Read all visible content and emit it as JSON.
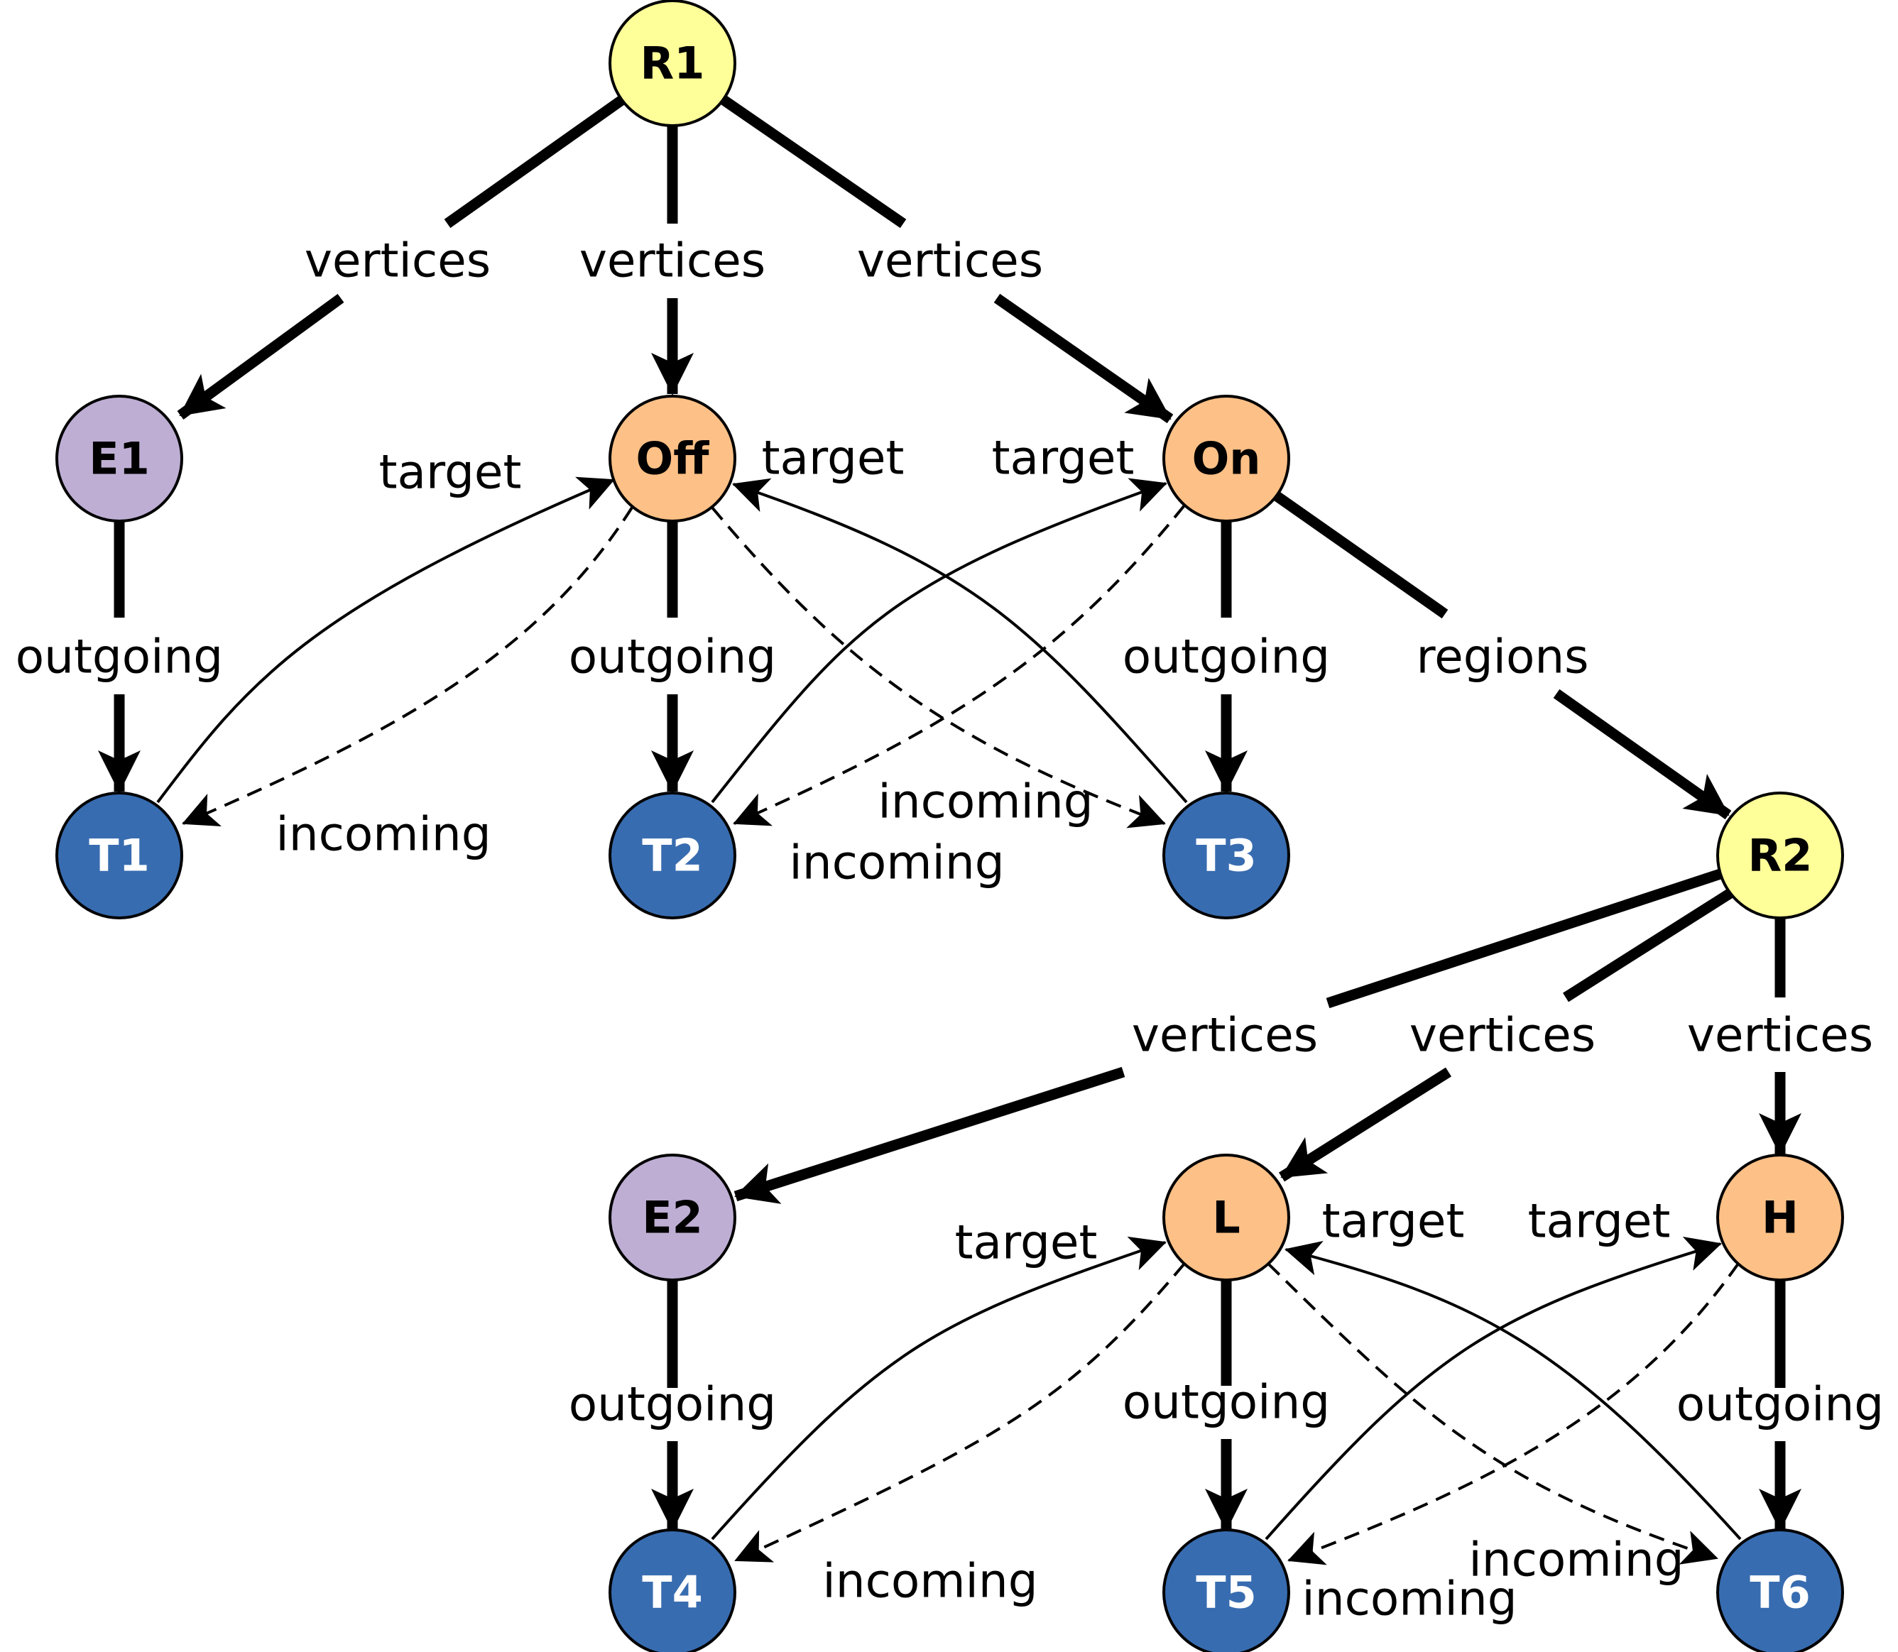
{
  "colors": {
    "region": "#ffff99",
    "entry": "#beaed4",
    "state": "#fdc086",
    "transition": "#386cb0",
    "stroke": "#000000",
    "dark_label": "#000000",
    "light_label": "#ffffff"
  },
  "nodes": [
    {
      "id": "R1",
      "label": "R1",
      "kind": "region"
    },
    {
      "id": "E1",
      "label": "E1",
      "kind": "entry"
    },
    {
      "id": "Off",
      "label": "Off",
      "kind": "state"
    },
    {
      "id": "On",
      "label": "On",
      "kind": "state"
    },
    {
      "id": "T1",
      "label": "T1",
      "kind": "transition"
    },
    {
      "id": "T2",
      "label": "T2",
      "kind": "transition"
    },
    {
      "id": "T3",
      "label": "T3",
      "kind": "transition"
    },
    {
      "id": "R2",
      "label": "R2",
      "kind": "region"
    },
    {
      "id": "E2",
      "label": "E2",
      "kind": "entry"
    },
    {
      "id": "L",
      "label": "L",
      "kind": "state"
    },
    {
      "id": "H",
      "label": "H",
      "kind": "state"
    },
    {
      "id": "T4",
      "label": "T4",
      "kind": "transition"
    },
    {
      "id": "T5",
      "label": "T5",
      "kind": "transition"
    },
    {
      "id": "T6",
      "label": "T6",
      "kind": "transition"
    }
  ],
  "edges": [
    {
      "from": "R1",
      "to": "E1",
      "label": "vertices",
      "style": "containment"
    },
    {
      "from": "R1",
      "to": "Off",
      "label": "vertices",
      "style": "containment"
    },
    {
      "from": "R1",
      "to": "On",
      "label": "vertices",
      "style": "containment"
    },
    {
      "from": "E1",
      "to": "T1",
      "label": "outgoing",
      "style": "containment"
    },
    {
      "from": "Off",
      "to": "T2",
      "label": "outgoing",
      "style": "containment"
    },
    {
      "from": "On",
      "to": "T3",
      "label": "outgoing",
      "style": "containment"
    },
    {
      "from": "On",
      "to": "R2",
      "label": "regions",
      "style": "containment"
    },
    {
      "from": "T1",
      "to": "Off",
      "label": "target",
      "style": "reference"
    },
    {
      "from": "T3",
      "to": "Off",
      "label": "target",
      "style": "reference"
    },
    {
      "from": "T2",
      "to": "On",
      "label": "target",
      "style": "reference"
    },
    {
      "from": "Off",
      "to": "T1",
      "label": "incoming",
      "style": "reference-dashed"
    },
    {
      "from": "Off",
      "to": "T3",
      "label": "incoming",
      "style": "reference-dashed"
    },
    {
      "from": "On",
      "to": "T2",
      "label": "incoming",
      "style": "reference-dashed"
    },
    {
      "from": "R2",
      "to": "E2",
      "label": "vertices",
      "style": "containment"
    },
    {
      "from": "R2",
      "to": "L",
      "label": "vertices",
      "style": "containment"
    },
    {
      "from": "R2",
      "to": "H",
      "label": "vertices",
      "style": "containment"
    },
    {
      "from": "E2",
      "to": "T4",
      "label": "outgoing",
      "style": "containment"
    },
    {
      "from": "L",
      "to": "T5",
      "label": "outgoing",
      "style": "containment"
    },
    {
      "from": "H",
      "to": "T6",
      "label": "outgoing",
      "style": "containment"
    },
    {
      "from": "T4",
      "to": "L",
      "label": "target",
      "style": "reference"
    },
    {
      "from": "T6",
      "to": "L",
      "label": "target",
      "style": "reference"
    },
    {
      "from": "T5",
      "to": "H",
      "label": "target",
      "style": "reference"
    },
    {
      "from": "L",
      "to": "T4",
      "label": "incoming",
      "style": "reference-dashed"
    },
    {
      "from": "L",
      "to": "T6",
      "label": "incoming",
      "style": "reference-dashed"
    },
    {
      "from": "H",
      "to": "T5",
      "label": "incoming",
      "style": "reference-dashed"
    }
  ]
}
